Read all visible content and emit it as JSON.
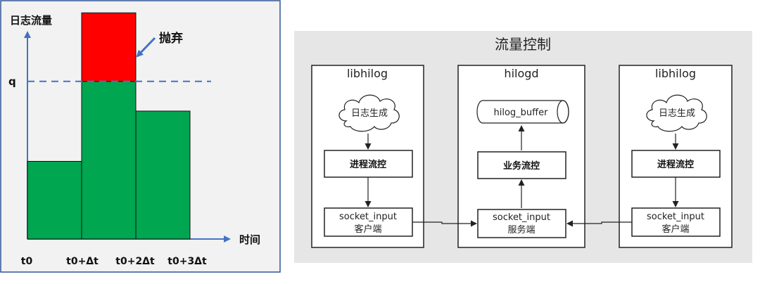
{
  "chart_data": {
    "type": "bar",
    "ylabel": "日志流量",
    "xlabel": "时间",
    "categories": [
      "t0",
      "t0+Δt",
      "t0+2Δt",
      "t0+3Δt"
    ],
    "threshold_label": "q",
    "threshold": 0.69,
    "bars": [
      {
        "height": 0.34,
        "color": "#00a650"
      },
      {
        "height": 0.69,
        "over": 0.3,
        "color": "#00a650",
        "over_color": "#ff0000"
      },
      {
        "height": 0.56,
        "color": "#00a650"
      }
    ],
    "annotation": "抛弃"
  },
  "flow": {
    "title": "流量控制",
    "left": {
      "name": "libhilog",
      "cloud": "日志生成",
      "control": "进程流控",
      "socket_line1": "socket_input",
      "socket_line2": "客户端"
    },
    "center": {
      "name": "hilogd",
      "buffer": "hilog_buffer",
      "control": "业务流控",
      "socket_line1": "socket_input",
      "socket_line2": "服务端"
    },
    "right": {
      "name": "libhilog",
      "cloud": "日志生成",
      "control": "进程流控",
      "socket_line1": "socket_input",
      "socket_line2": "客户端"
    }
  }
}
